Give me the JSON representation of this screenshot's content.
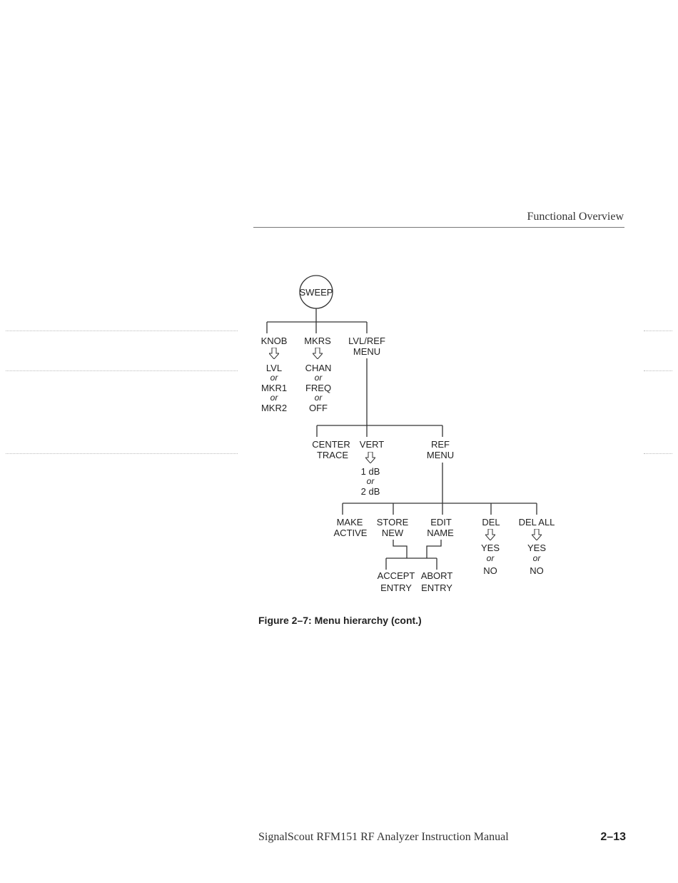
{
  "header": {
    "section_title": "Functional Overview"
  },
  "diagram": {
    "root": "SWEEP",
    "level1": {
      "knob": {
        "label": "KNOB",
        "options": [
          "LVL",
          "or",
          "MKR1",
          "or",
          "MKR2"
        ]
      },
      "mkrs": {
        "label": "MKRS",
        "options": [
          "CHAN",
          "or",
          "FREQ",
          "or",
          "OFF"
        ]
      },
      "lvlref": {
        "line1": "LVL/REF",
        "line2": "MENU"
      }
    },
    "level2": {
      "center": {
        "line1": "CENTER",
        "line2": "TRACE"
      },
      "vert": {
        "label": "VERT",
        "options": [
          "1 dB",
          "or",
          "2 dB"
        ]
      },
      "ref": {
        "line1": "REF",
        "line2": "MENU"
      }
    },
    "level3": {
      "make": {
        "line1": "MAKE",
        "line2": "ACTIVE"
      },
      "store": {
        "line1": "STORE",
        "line2": "NEW"
      },
      "edit": {
        "line1": "EDIT",
        "line2": "NAME"
      },
      "del": {
        "label": "DEL",
        "options": [
          "YES",
          "or",
          "NO"
        ]
      },
      "delall": {
        "label": "DEL ALL",
        "options": [
          "YES",
          "or",
          "NO"
        ]
      }
    },
    "level4": {
      "accept": {
        "line1": "ACCEPT",
        "line2": "ENTRY"
      },
      "abort": {
        "line1": "ABORT",
        "line2": "ENTRY"
      }
    }
  },
  "caption": "Figure 2–7: Menu hierarchy (cont.)",
  "footer": {
    "manual_title": "SignalScout RFM151 RF Analyzer Instruction Manual",
    "page_number": "2–13"
  }
}
